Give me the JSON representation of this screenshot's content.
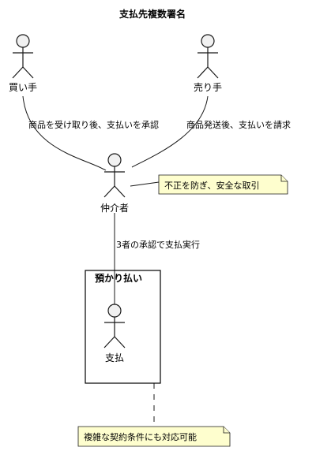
{
  "title": "支払先複数署名",
  "actors": {
    "buyer": "買い手",
    "seller": "売り手",
    "broker": "仲介者",
    "payment": "支払"
  },
  "edges": {
    "buyer_to_broker": "商品を受け取り後、支払いを承認",
    "seller_to_broker": "商品発送後、支払いを請求",
    "broker_to_payment": "3者の承認で支払実行"
  },
  "notes": {
    "broker_note": "不正を防ぎ、安全な取引",
    "payment_note": "複雑な契約条件にも対応可能"
  },
  "group": {
    "title": "預かり払い"
  }
}
